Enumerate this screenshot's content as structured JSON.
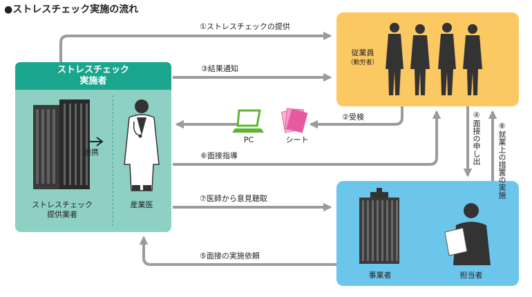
{
  "title": "●ストレスチェック実施の流れ",
  "implementer": {
    "title_line1": "ストレスチェック",
    "title_line2": "実施者",
    "provider_line1": "ストレスチェック",
    "provider_line2": "提供業者",
    "link_label": "連携",
    "doctor_label": "産業医",
    "color": "#5bb8a8",
    "header_color": "#1aa68e"
  },
  "employees": {
    "label": "従業員",
    "sub_label": "（勤労者）",
    "color": "#fcc862"
  },
  "company": {
    "business_label": "事業者",
    "staff_label": "担当者",
    "color": "#6cc6ec"
  },
  "items": {
    "pc_label": "PC",
    "sheet_label": "シート"
  },
  "flows": {
    "f1": "①ストレスチェックの提供",
    "f2": "②受検",
    "f3": "③結果通知",
    "f4": "④面接の申し出",
    "f5": "⑤面接の実施依頼",
    "f6": "⑥面接指導",
    "f7": "⑦医師から意見聴取",
    "f8": "⑧就業上の措置の実施"
  },
  "colors": {
    "arrow": "#9b9b9b",
    "silhouette": "#333333",
    "pc": "#5cb531",
    "sheet": "#e85aa0"
  }
}
